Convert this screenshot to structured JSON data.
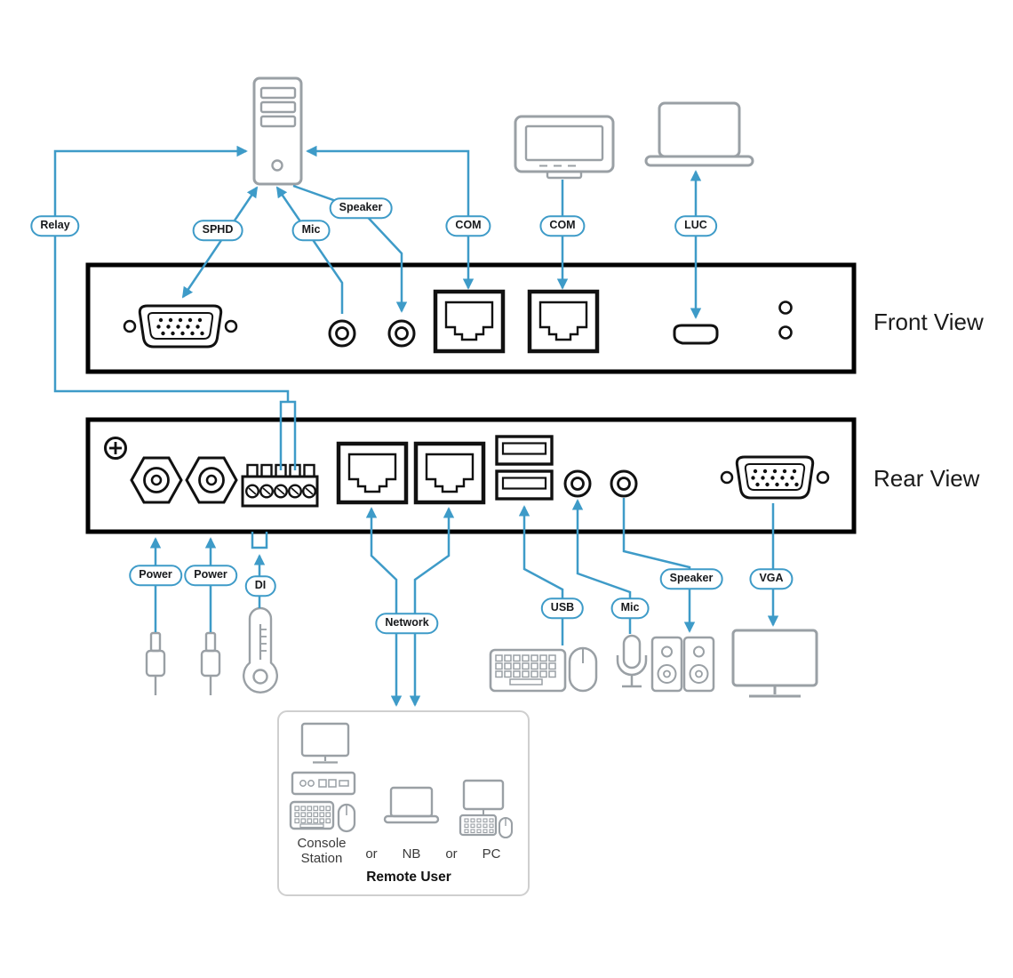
{
  "colors": {
    "line_blue": "#3E9BC8",
    "device_gray": "#9AA0A5",
    "panel_black": "#000000",
    "remote_box_border": "#CFCFCF"
  },
  "views": {
    "front": "Front View",
    "rear": "Rear View"
  },
  "pills": {
    "relay": "Relay",
    "sphd": "SPHD",
    "mic_front": "Mic",
    "speaker_front": "Speaker",
    "com_front": "COM",
    "com_device": "COM",
    "luc": "LUC",
    "power_1": "Power",
    "power_2": "Power",
    "di": "DI",
    "network": "Network",
    "usb": "USB",
    "mic_rear": "Mic",
    "speaker_rear": "Speaker",
    "vga": "VGA"
  },
  "remote_user": {
    "console_line1": "Console",
    "console_line2": "Station",
    "or_1": "or",
    "nb": "NB",
    "or_2": "or",
    "pc": "PC",
    "title": "Remote User"
  }
}
